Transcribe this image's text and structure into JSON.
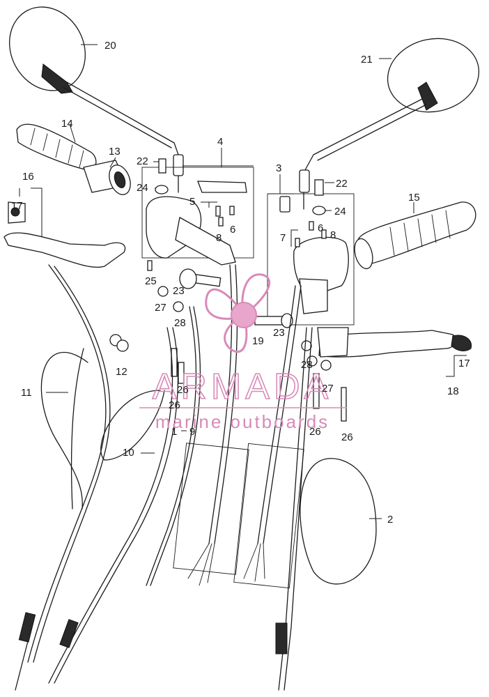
{
  "diagram": {
    "callouts": {
      "c1": "1",
      "c2": "2",
      "c3": "3",
      "c4": "4",
      "c5": "5",
      "c6a": "6",
      "c6b": "6",
      "c7": "7",
      "c8a": "8",
      "c8b": "8",
      "c9": "9",
      "c10": "10",
      "c11": "11",
      "c12": "12",
      "c13": "13",
      "c14": "14",
      "c15": "15",
      "c16": "16",
      "c17a": "17",
      "c17b": "17",
      "c18": "18",
      "c19": "19",
      "c20": "20",
      "c21": "21",
      "c22a": "22",
      "c22b": "22",
      "c23a": "23",
      "c23b": "23",
      "c24a": "24",
      "c24b": "24",
      "c25": "25",
      "c26a": "26",
      "c26b": "26",
      "c26c": "26",
      "c26d": "26",
      "c27a": "27",
      "c27b": "27",
      "c28a": "28",
      "c28b": "28"
    }
  },
  "watermark": {
    "brand": "ARMADA",
    "tagline": "marine outboards",
    "accent_color": "#d88ab8"
  }
}
